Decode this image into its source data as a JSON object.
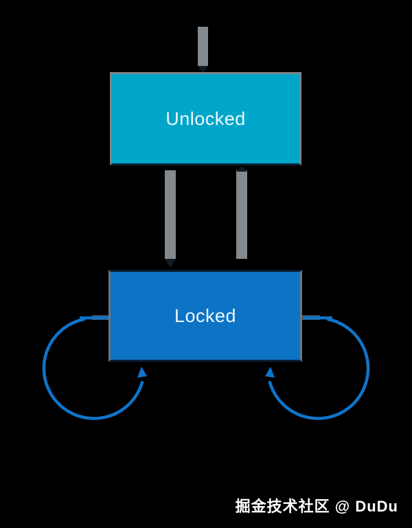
{
  "diagram": {
    "type": "state-diagram",
    "states": [
      {
        "id": "unlocked",
        "label": "Unlocked",
        "fill": "#00a6c9"
      },
      {
        "id": "locked",
        "label": "Locked",
        "fill": "#0d73c5"
      }
    ],
    "transitions": [
      {
        "from": "initial",
        "to": "unlocked",
        "style": "gray-line"
      },
      {
        "from": "unlocked",
        "to": "locked",
        "style": "gray-line"
      },
      {
        "from": "locked",
        "to": "unlocked",
        "style": "gray-line"
      },
      {
        "from": "locked",
        "to": "locked",
        "style": "blue-self-loop",
        "side": "left"
      },
      {
        "from": "locked",
        "to": "locked",
        "style": "blue-self-loop",
        "side": "right"
      }
    ],
    "colors": {
      "background": "#000000",
      "edge_gray": "#84898d",
      "loop_blue": "#0e74ca",
      "state_text": "#eef8fb",
      "unlocked_fill": "#00a6c9",
      "locked_fill": "#0d73c5"
    }
  },
  "watermark": {
    "text": "掘金技术社区 @ DuDu"
  }
}
